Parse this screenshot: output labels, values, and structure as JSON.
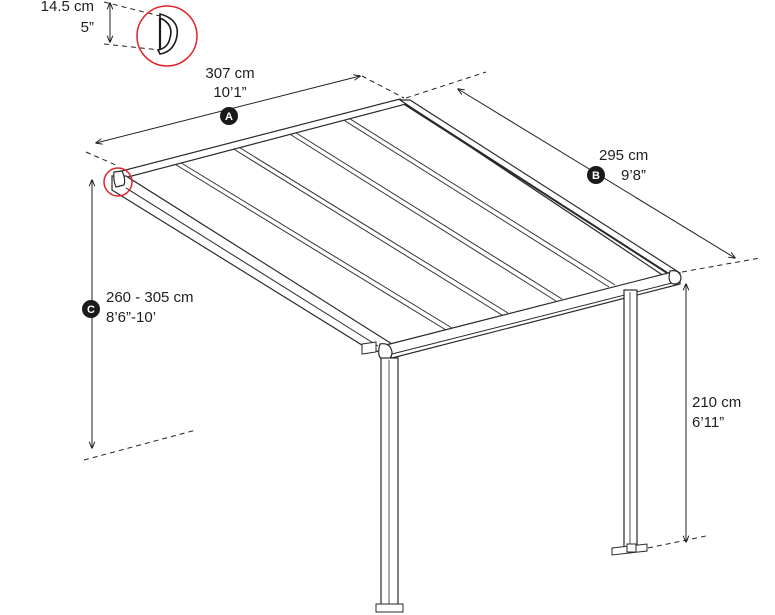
{
  "dimensions": {
    "profile": {
      "metric": "14.5 cm",
      "imperial": "5”"
    },
    "a": {
      "badge": "A",
      "metric": "307 cm",
      "imperial": "10’1”"
    },
    "b": {
      "badge": "B",
      "metric": "295 cm",
      "imperial": "9’8”"
    },
    "c": {
      "badge": "C",
      "metric": "260 - 305 cm",
      "imperial": "8’6”-10’"
    },
    "post": {
      "metric": "210 cm",
      "imperial": "6’11”"
    }
  },
  "colors": {
    "highlight": "#e2222a",
    "badge": "#1a1a1a",
    "line": "#222222"
  }
}
